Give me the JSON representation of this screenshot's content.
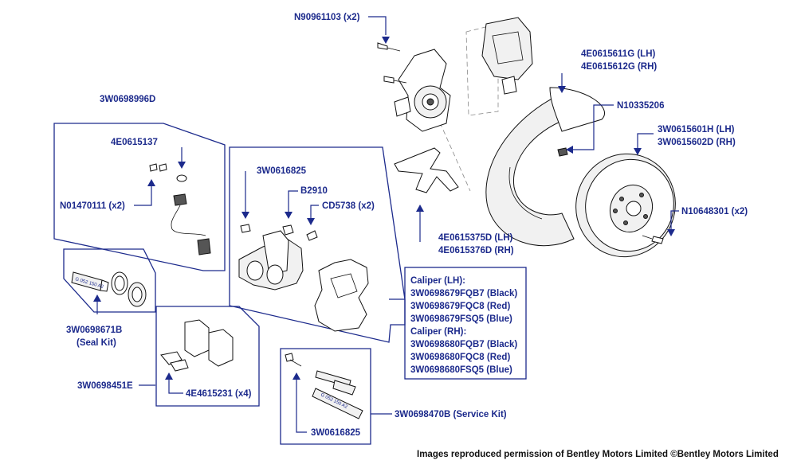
{
  "colors": {
    "label": "#1c2a8c",
    "line": "#111111",
    "background": "#ffffff"
  },
  "labels": {
    "bolt_top": "N90961103 (x2)",
    "shield_lh": "4E0615611G (LH)",
    "shield_rh": "4E0615612G (RH)",
    "shield_screw": "N10335206",
    "disc_lh": "3W0615601H (LH)",
    "disc_rh": "3W0615602D (RH)",
    "disc_screw": "N10648301 (x2)",
    "bracket_lh": "4E0615375D (LH)",
    "bracket_rh": "4E0615376D (RH)",
    "sensor_kit": "3W0698996D",
    "sensor_oring": "4E0615137",
    "sensor_bolt": "N01470111 (x2)",
    "caliper_bolt": "3W0616825",
    "bleed_nipple": "B2910",
    "bleed_cap": "CD5738 (x2)",
    "seal_kit_num": "3W0698671B",
    "seal_kit_name": "(Seal Kit)",
    "pad_set": "3W0698451E",
    "pad_clip": "4E4615231 (x4)",
    "service_kit": "3W0698470B (Service Kit)",
    "guide_bolt": "3W0616825",
    "tube_text": "G 052 150 A2",
    "copyright": "Images reproduced permission of Bentley Motors Limited ©Bentley Motors Limited"
  },
  "caliper_list": [
    {
      "text": "Caliper (LH):",
      "heading": true
    },
    {
      "text": "3W0698679FQB7 (Black)",
      "heading": false
    },
    {
      "text": "3W0698679FQC8 (Red)",
      "heading": false
    },
    {
      "text": "3W0698679FSQ5 (Blue)",
      "heading": false
    },
    {
      "text": "Caliper (RH):",
      "heading": true
    },
    {
      "text": "3W0698680FQB7 (Black)",
      "heading": false
    },
    {
      "text": "3W0698680FQC8 (Red)",
      "heading": false
    },
    {
      "text": "3W0698680FSQ5 (Blue)",
      "heading": false
    }
  ]
}
